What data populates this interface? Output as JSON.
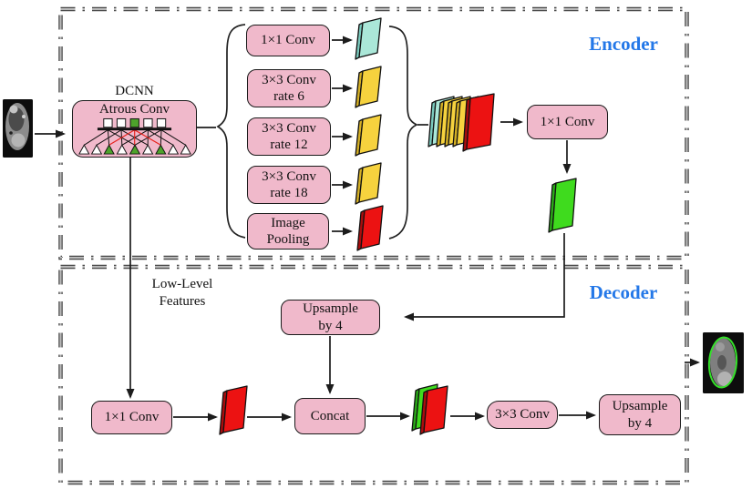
{
  "encoder": {
    "title": "Encoder",
    "dcnn": {
      "title": "DCNN",
      "label": "Atrous Conv"
    },
    "branches": [
      {
        "line1": "1×1 Conv",
        "line2": ""
      },
      {
        "line1": "3×3 Conv",
        "line2": "rate 6"
      },
      {
        "line1": "3×3 Conv",
        "line2": "rate 12"
      },
      {
        "line1": "3×3 Conv",
        "line2": "rate 18"
      },
      {
        "line1": "Image",
        "line2": "Pooling"
      }
    ],
    "post_conv": "1×1 Conv"
  },
  "decoder": {
    "title": "Decoder",
    "low_level": {
      "line1": "Low-Level",
      "line2": "Features"
    },
    "upsample_mid": {
      "line1": "Upsample",
      "line2": "by 4"
    },
    "conv1x1": "1×1 Conv",
    "concat": "Concat",
    "conv3x3": "3×3 Conv",
    "upsample_out": {
      "line1": "Upsample",
      "line2": "by 4"
    }
  },
  "colors": {
    "pink": "#f0b9cb",
    "section_blue": "#2478e8",
    "cyan": "#aae7d8",
    "cyan_edge": "#7ac9bd",
    "yellow": "#f6d23e",
    "yellow_edge": "#d4af25",
    "red": "#ec1212",
    "red_edge": "#a90d0d",
    "green": "#3fdb1e",
    "green_edge": "#2aa818",
    "contour_green": "#35e02a",
    "line_black": "#1c1c1c",
    "dash_gray": "#b9b9b9"
  }
}
